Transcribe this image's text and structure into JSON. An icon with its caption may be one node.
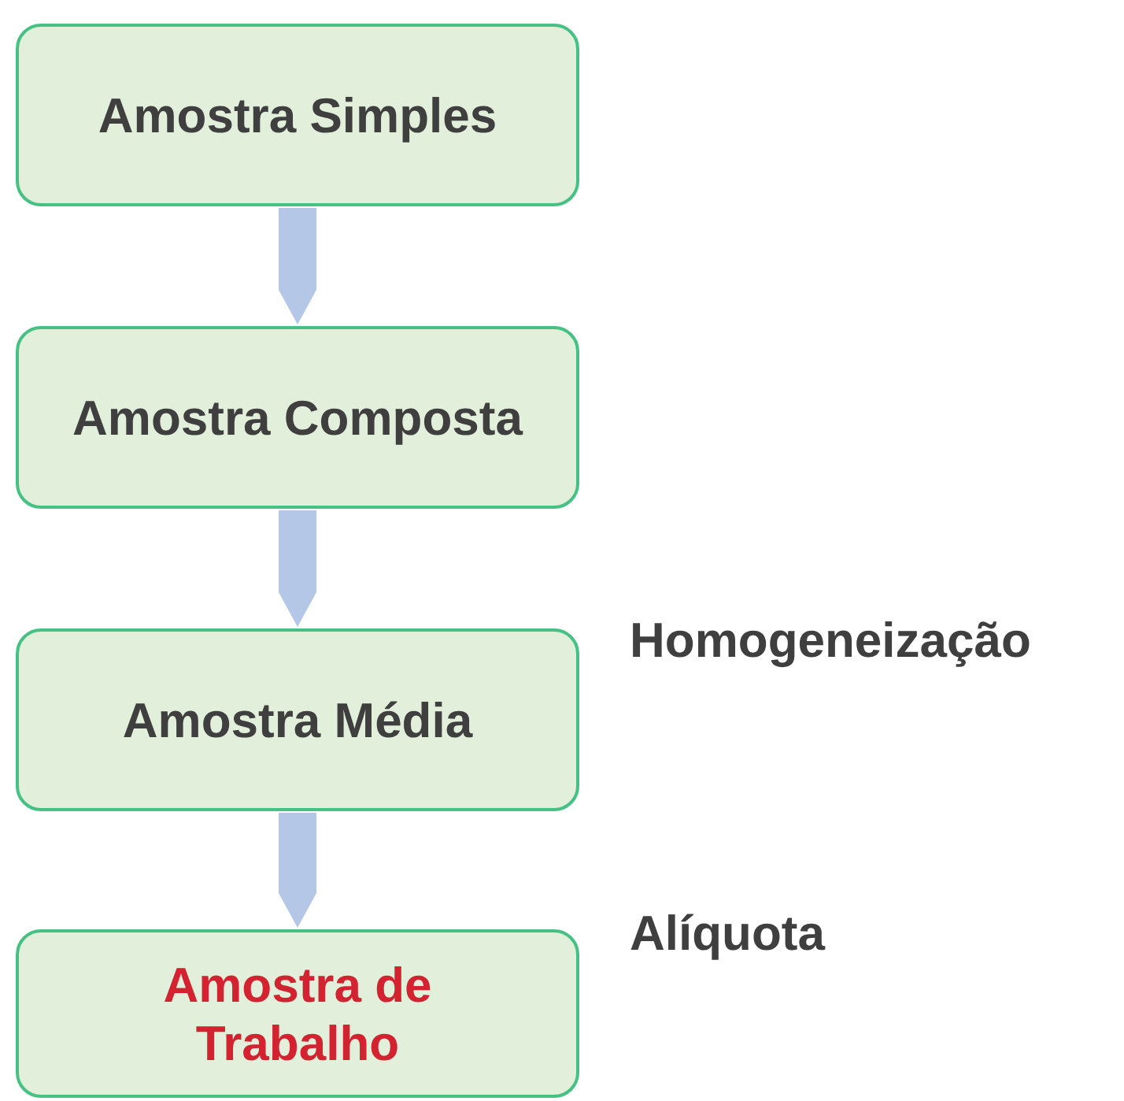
{
  "diagram": {
    "nodes": [
      {
        "text": [
          "Amostra Simples"
        ]
      },
      {
        "text": [
          "Amostra Composta"
        ]
      },
      {
        "text": [
          "Amostra Média"
        ]
      },
      {
        "text": [
          "Amostra de Trabalho"
        ]
      }
    ],
    "edges": [
      {
        "from": 0,
        "to": 1,
        "arrow": "to"
      },
      {
        "from": 1,
        "to": 2,
        "arrow": "to"
      },
      {
        "from": 2,
        "to": 3,
        "arrow": "to"
      }
    ],
    "labels": [
      "Homogeneização",
      "Alíquota"
    ]
  }
}
